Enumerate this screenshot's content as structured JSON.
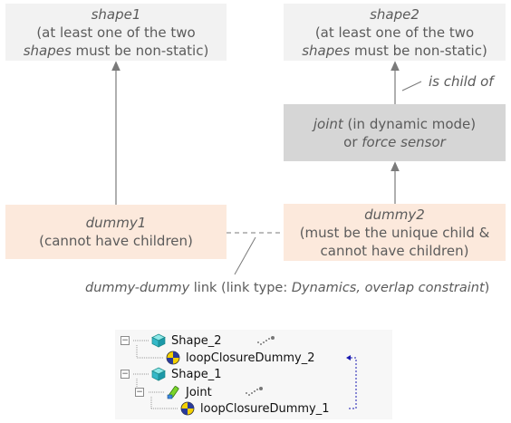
{
  "diagram": {
    "shape1": {
      "title": "shape1",
      "line2": "(at least one of the two",
      "line3_em": "shapes",
      "line3_rest": " must be non-static)"
    },
    "shape2": {
      "title": "shape2",
      "line2": "(at least one of the two",
      "line3_em": "shapes",
      "line3_rest": " must be non-static)"
    },
    "is_child_of": "is child of",
    "joint_box": {
      "em1": "joint",
      "rest1": " (in dynamic mode)",
      "pre2": "or ",
      "em2": "force sensor"
    },
    "dummy1": {
      "title": "dummy1",
      "line2": "(cannot have children)"
    },
    "dummy2": {
      "title": "dummy2",
      "line2": "(must be the unique child &",
      "line3": "cannot have children)"
    },
    "link_label": {
      "em1": "dummy-dummy",
      "mid": " link (link type: ",
      "em2": "Dynamics, overlap constraint",
      "end": ")"
    },
    "colors": {
      "grey_box": "#f2f2f2",
      "dark_box": "#d6d6d6",
      "peach_box": "#fce9dc",
      "link_arrow": "#1a1ab0"
    }
  },
  "tree": {
    "items": [
      {
        "label": "Shape_2",
        "icon": "cube-icon",
        "expander": "⊟"
      },
      {
        "label": "loopClosureDummy_2",
        "icon": "dummy-icon"
      },
      {
        "label": "Shape_1",
        "icon": "cube-icon",
        "expander": "⊟"
      },
      {
        "label": "Joint",
        "icon": "joint-icon",
        "expander": "⊟"
      },
      {
        "label": "loopClosureDummy_1",
        "icon": "dummy-icon"
      }
    ]
  }
}
